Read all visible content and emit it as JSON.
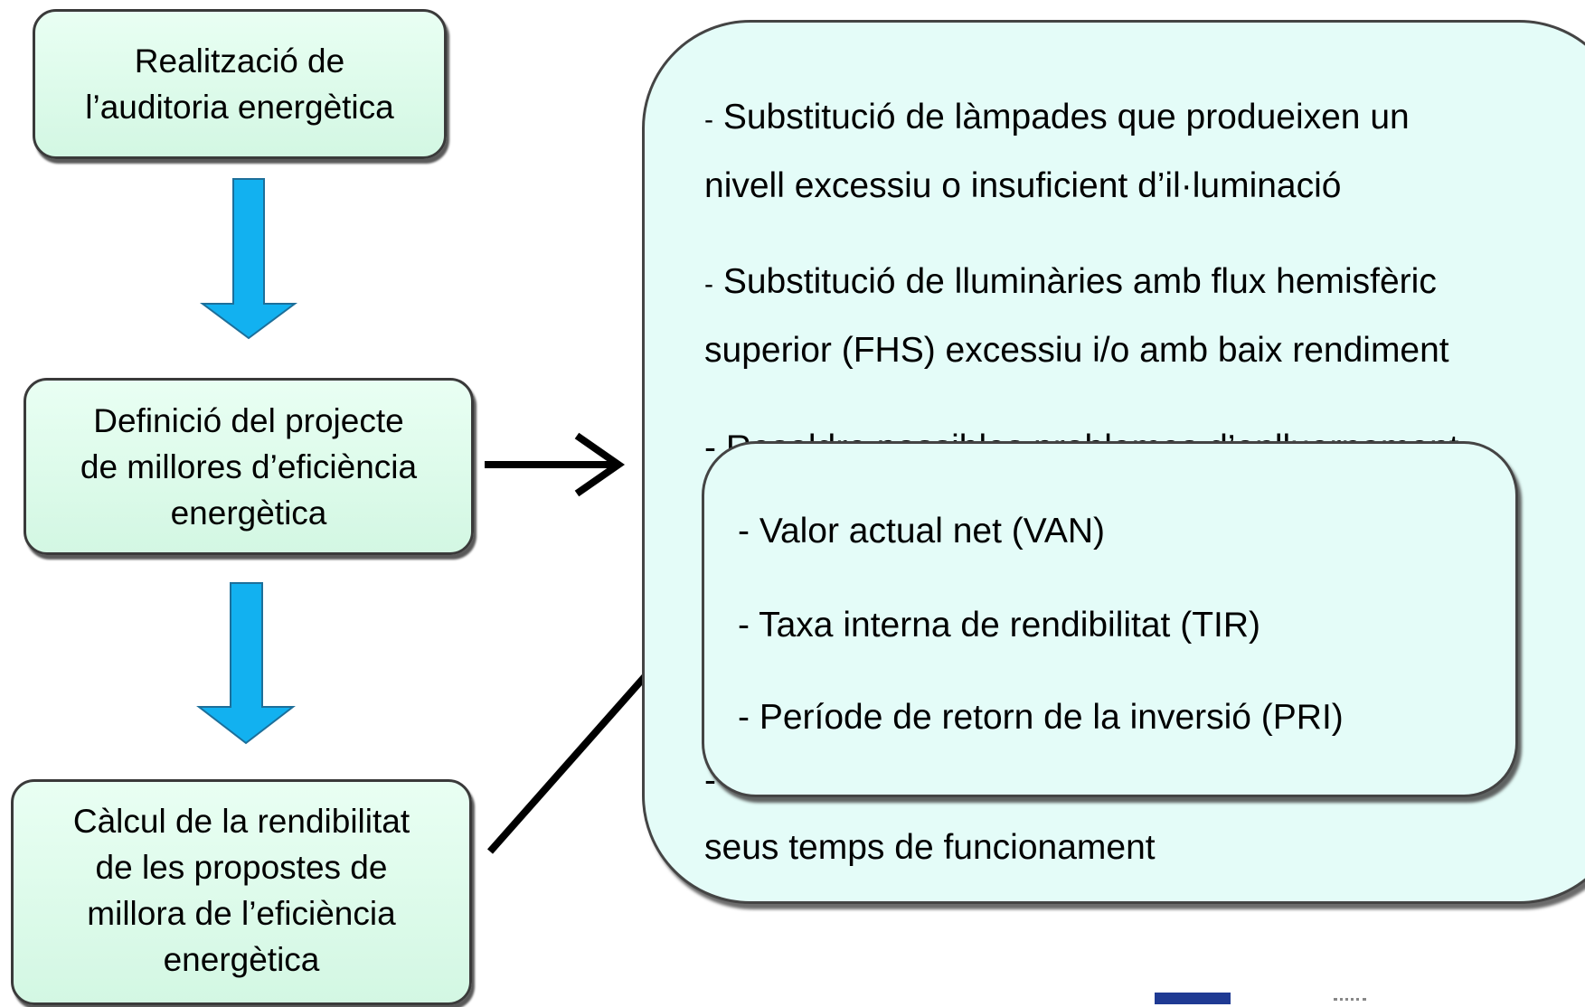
{
  "steps": [
    {
      "id": "audit",
      "label": "Realització de\nl’auditoria energètica"
    },
    {
      "id": "project",
      "label": "Definició del projecte\nde millores d’eficiència\nenergètica"
    },
    {
      "id": "profitability",
      "label": "Càlcul de la rendibilitat\nde les propostes de\nmillora de l’eficiència\nenergètica"
    }
  ],
  "improvements": {
    "item1_line1": "Substitució de làmpades que produeixen un",
    "item1_line2": "nivell excessiu o insuficient d’il·luminació",
    "item2_line1": "Substitució de lluminàries amb flux hemisfèric",
    "item2_line2": "superior (FHS) excessiu i/o amb baix rendiment",
    "item3_line1_partial": "- Resoldre possibles problemes d’enlluernament",
    "item_last_line2": "seus temps de funcionament",
    "dash": "-"
  },
  "profitability_metrics": [
    {
      "label": "- Valor actual net (VAN)"
    },
    {
      "label": "- Taxa interna de rendibilitat (TIR)"
    },
    {
      "label": "- Període de retorn de la inversió (PRI)"
    }
  ],
  "colors": {
    "box_fill": "#d3f7e3",
    "panel_fill": "#e4fcf8",
    "flow_arrow": "#12b1f0",
    "connector_arrow": "#000000",
    "logo_blue": "#1f3a93"
  }
}
